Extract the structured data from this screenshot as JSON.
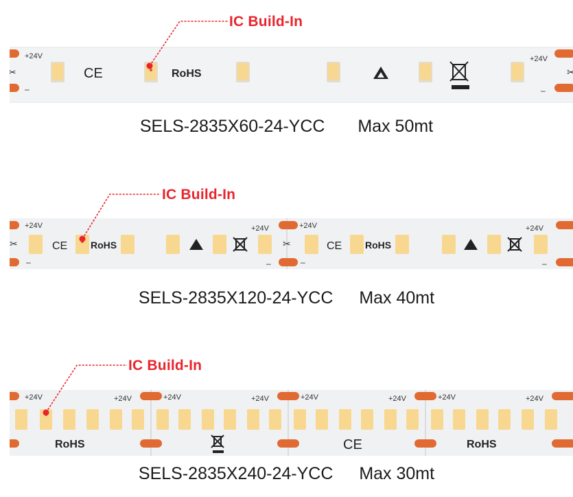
{
  "strips": [
    {
      "annotation": "IC Build-In",
      "model": "SELS-2835X60-24-YCC",
      "max_length": "Max 50mt",
      "pcb_text": {
        "plus": "+24V",
        "minus": "–",
        "ce": "CE",
        "rohs": "RoHS"
      }
    },
    {
      "annotation": "IC Build-In",
      "model": "SELS-2835X120-24-YCC",
      "max_length": "Max 40mt",
      "pcb_text": {
        "plus": "+24V",
        "minus": "–",
        "ce": "CE",
        "rohs": "RoHS"
      }
    },
    {
      "annotation": "IC Build-In",
      "model": "SELS-2835X240-24-YCC",
      "max_length": "Max 30mt",
      "pcb_text": {
        "plus": "+24V",
        "minus": "–",
        "ce": "CE",
        "rohs": "RoHS"
      }
    }
  ],
  "colors": {
    "annotation": "#e8242c",
    "pcb": "#eef0f2",
    "led": "#f8d890",
    "pad": "#e06a32"
  }
}
